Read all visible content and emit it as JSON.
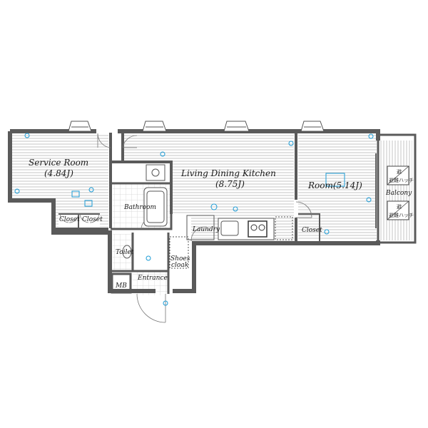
{
  "plan": {
    "rooms": {
      "service_room": {
        "name": "Service Room",
        "size": "(4.84J)"
      },
      "ldk": {
        "name": "Living Dining Kitchen",
        "size": "(8.75J)"
      },
      "room": {
        "name": "Room(5.14J)"
      },
      "balcony": {
        "name": "Balcony"
      },
      "bathroom": {
        "name": "Bathroom"
      },
      "toilet": {
        "name": "Toilet"
      },
      "entrance": {
        "name": "Entrance"
      },
      "mb": {
        "name": "MB"
      },
      "laundry": {
        "name": "Laundry"
      },
      "shoes_cloak": {
        "line1": "Shoes",
        "line2": "cloak"
      },
      "closet_a": {
        "name": "Closet"
      },
      "closet_b": {
        "name": "Closet"
      },
      "closet_room": {
        "name": "Closet"
      }
    },
    "hatches": [
      {
        "label_top": "避",
        "label_bottom": "避難ハッチ"
      },
      {
        "label_top": "避",
        "label_bottom": "避難ハッチ"
      }
    ],
    "colors": {
      "wall": "#5a5a5a",
      "floor_line": "#c8c8c8",
      "fixture": "#1a9bd6"
    }
  }
}
